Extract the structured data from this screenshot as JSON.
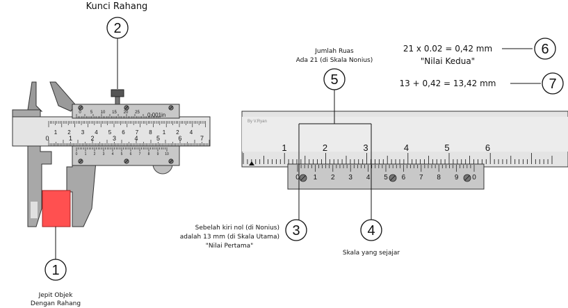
{
  "title_lock": "Kunci Rahang",
  "callouts": [
    {
      "id": "1",
      "label_lines": [
        "Jepit Objek",
        "Dengan Rahang"
      ]
    },
    {
      "id": "2",
      "label_lines": []
    },
    {
      "id": "3",
      "label_lines": [
        "Sebelah kiri nol (di Nonius)",
        "adalah 13 mm (di Skala Utama)",
        "\"Nilai Pertama\""
      ]
    },
    {
      "id": "4",
      "label_lines": [
        "Skala yang sejajar"
      ]
    },
    {
      "id": "5",
      "label_lines": [
        "Jumlah Ruas",
        "Ada 21 (di Skala Nonius)"
      ]
    },
    {
      "id": "6",
      "label_lines": [
        "21 x 0.02 = 0,42 mm",
        "\"Nilai Kedua\""
      ]
    },
    {
      "id": "7",
      "label_lines": [
        "13 + 0,42 = 13,42 mm"
      ]
    }
  ],
  "caliper": {
    "vernier_unit_label": "0.001in",
    "upper_scale_labels": [
      "0",
      "5",
      "10",
      "15",
      "20",
      "25"
    ],
    "main_scale_labels": [
      "0",
      "1",
      "2",
      "3",
      "4",
      "5",
      "6",
      "7"
    ],
    "inch_labels_top": [
      "1",
      "2",
      "3",
      "4",
      "5",
      "6",
      "7",
      "8",
      "1",
      "2",
      "4"
    ],
    "lower_vernier_labels": [
      "0",
      "1",
      "2",
      "3",
      "4",
      "5",
      "6",
      "7",
      "8",
      "9",
      "10"
    ]
  },
  "zoom": {
    "watermark": "By V.Ryan",
    "main_scale_labels": [
      "1",
      "2",
      "3",
      "4",
      "5",
      "6"
    ],
    "vernier_labels": [
      "0",
      "1",
      "2",
      "3",
      "4",
      "5",
      "6",
      "7",
      "8",
      "9",
      "0"
    ]
  },
  "colors": {
    "jaw_gray": "#a8a8a8",
    "jaw_dark": "#8c8c8c",
    "beam": "#e4e4e4",
    "slider": "#c8c8c8",
    "object_red": "#ff5050",
    "line": "#111111"
  }
}
